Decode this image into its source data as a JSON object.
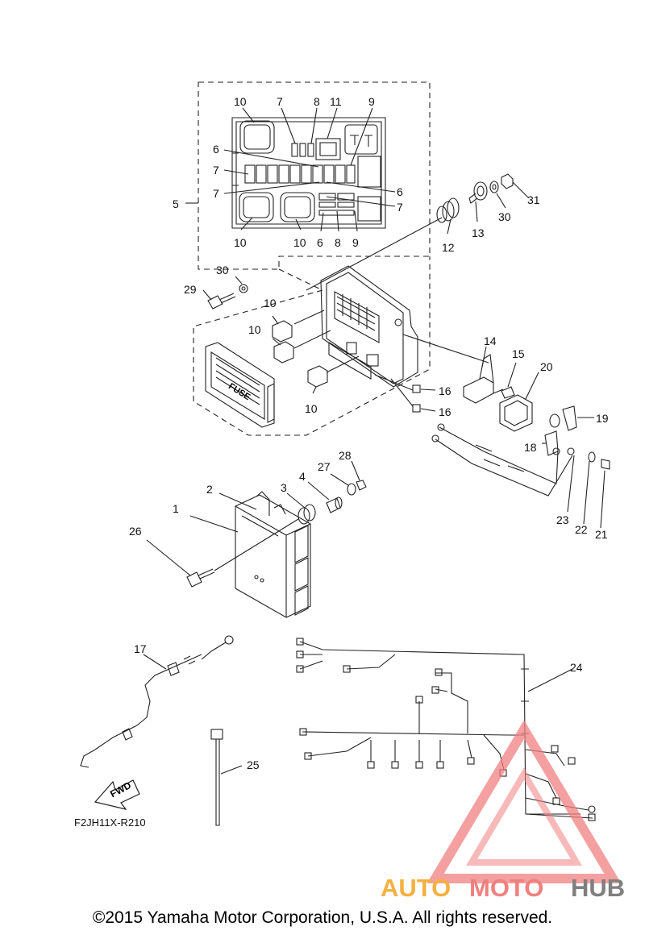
{
  "callouts": {
    "n1": "1",
    "n2": "2",
    "n3": "3",
    "n4": "4",
    "n5": "5",
    "n6": "6",
    "n7": "7",
    "n8": "8",
    "n9": "9",
    "n10": "10",
    "n11": "11",
    "n12": "12",
    "n13": "13",
    "n14": "14",
    "n15": "15",
    "n16": "16",
    "n17": "17",
    "n18": "18",
    "n19": "19",
    "n20": "20",
    "n21": "21",
    "n22": "22",
    "n23": "23",
    "n24": "24",
    "n25": "25",
    "n26": "26",
    "n27": "27",
    "n28": "28",
    "n29": "29",
    "n30": "30",
    "n31": "31"
  },
  "fuse_label": "FUSE",
  "fwd_label": "FWD",
  "diagram_code": "F2JH11X-R210",
  "watermark": {
    "part1": "AUTO",
    "part2": "MOTO",
    "part3": "HUB",
    "color1": "#f5b041",
    "color2": "#f08080",
    "color3": "#7f7f7f"
  },
  "copyright": "©2015 Yamaha Motor Corporation, U.S.A. All rights reserved."
}
